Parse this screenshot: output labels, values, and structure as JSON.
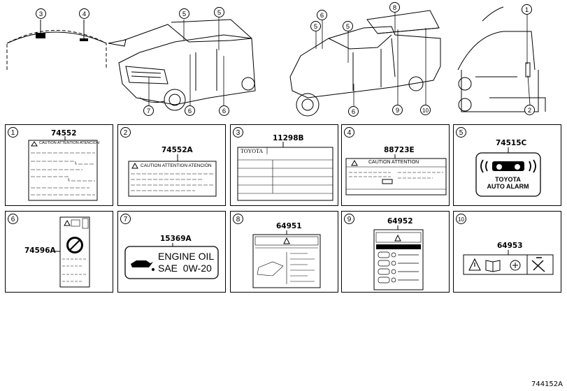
{
  "callouts": {
    "top": [
      {
        "n": "3"
      },
      {
        "n": "4"
      },
      {
        "n": "5"
      },
      {
        "n": "5"
      },
      {
        "n": "7"
      },
      {
        "n": "6"
      },
      {
        "n": "6"
      },
      {
        "n": "6"
      },
      {
        "n": "5"
      },
      {
        "n": "8"
      },
      {
        "n": "9"
      },
      {
        "n": "10"
      },
      {
        "n": "6"
      },
      {
        "n": "1"
      },
      {
        "n": "2"
      }
    ]
  },
  "panels": [
    {
      "index": "1",
      "part": "74552"
    },
    {
      "index": "2",
      "part": "74552A"
    },
    {
      "index": "3",
      "part": "11298B"
    },
    {
      "index": "4",
      "part": "88723E"
    },
    {
      "index": "5",
      "part": "74515C"
    },
    {
      "index": "6",
      "part": "74596A"
    },
    {
      "index": "7",
      "part": "15369A"
    },
    {
      "index": "8",
      "part": "64951"
    },
    {
      "index": "9",
      "part": "64952"
    },
    {
      "index": "10",
      "part": "64953"
    }
  ],
  "labels": {
    "caution_tri": "CAUTION ATTENTION ATENCIÓN",
    "caution_2": "CAUTION ATTENTION ATENCIÓN",
    "toyota": "TOYOTA",
    "caution_4": "CAUTION ATTENTION",
    "toyota_alarm_1": "TOYOTA",
    "toyota_alarm_2": "AUTO ALARM",
    "engine_oil_1": "ENGINE OIL",
    "engine_oil_2": "SAE  0W-20"
  },
  "footer_code": "744152A"
}
